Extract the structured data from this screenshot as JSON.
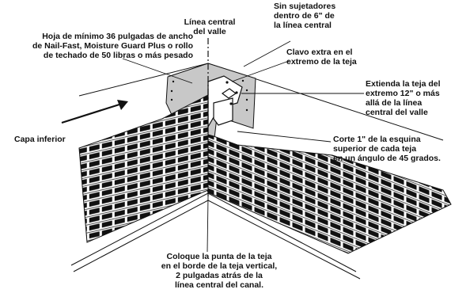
{
  "labels": {
    "centerline": [
      "Línea central",
      "del valle"
    ],
    "no_fasteners": [
      "Sin sujetadores",
      "dentro de 6\" de",
      "la línea central"
    ],
    "sheet": [
      "Hoja de mínimo 36 pulgadas de ancho",
      "de Nail-Fast, Moisture Guard Plus o rollo",
      "de techado de 50 libras o más pesado"
    ],
    "extra_nail": [
      "Clavo extra en el",
      "extremo de la teja"
    ],
    "extend": [
      "Extienda la teja del",
      "extremo 12\" o más",
      "allá de la línea",
      "central del valle"
    ],
    "underlayment": [
      "Capa inferior"
    ],
    "cut": [
      "Corte 1\" de la esquina",
      "superior de cada teja",
      "en un ángulo de 45 grados."
    ],
    "tip": [
      "Coloque la punta de la teja",
      "en el borde de la teja vertical,",
      "2 pulgadas atrás de la",
      "línea central del canal."
    ]
  },
  "colors": {
    "line": "#111111",
    "underlay_fill": "#c8c8c8",
    "background": "#ffffff"
  }
}
